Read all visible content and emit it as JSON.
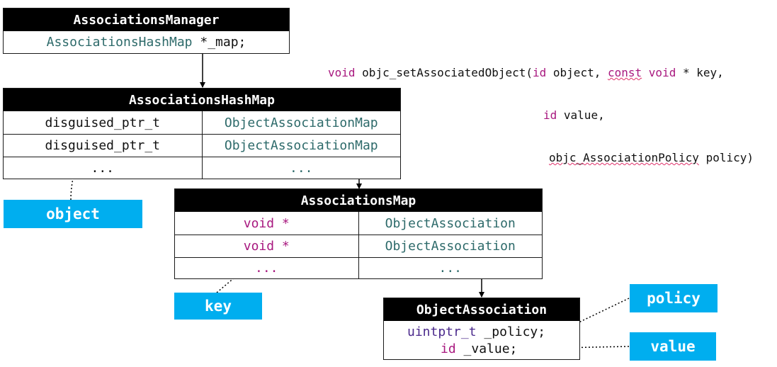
{
  "associations_manager": {
    "title": "AssociationsManager",
    "field_type": "AssociationsHashMap",
    "field_name": "*_map;"
  },
  "associations_hash_map": {
    "title": "AssociationsHashMap",
    "rows": [
      {
        "key": "disguised_ptr_t",
        "value": "ObjectAssociationMap"
      },
      {
        "key": "disguised_ptr_t",
        "value": "ObjectAssociationMap"
      },
      {
        "key": "...",
        "value": "..."
      }
    ]
  },
  "associations_map": {
    "title": "AssociationsMap",
    "rows": [
      {
        "key": "void *",
        "value": "ObjectAssociation"
      },
      {
        "key": "void *",
        "value": "ObjectAssociation"
      },
      {
        "key": "...",
        "value": "..."
      }
    ]
  },
  "object_association": {
    "title": "ObjectAssociation",
    "policy_type": "uintptr_t",
    "policy_name": "_policy;",
    "value_type": "id",
    "value_name": "_value;"
  },
  "labels": {
    "object": "object",
    "key": "key",
    "policy": "policy",
    "value": "value"
  },
  "signature": {
    "line1_kw": "void",
    "line1_fn": "objc_setAssociatedObject",
    "line1_p1_type": "id",
    "line1_p1_name": "object,",
    "line1_kw_const": "const",
    "line1_kw_void": "void",
    "line1_p2_name": "* key,",
    "line2_type": "id",
    "line2_name": "value,",
    "line3_type": "objc_AssociationPolicy",
    "line3_name": "policy)"
  },
  "colors": {
    "header_bg": "#000000",
    "tag_bg": "#00aeef",
    "keyword": "#a8187f",
    "type_teal": "#2d6a6a",
    "type_purple": "#4b2a8c"
  }
}
